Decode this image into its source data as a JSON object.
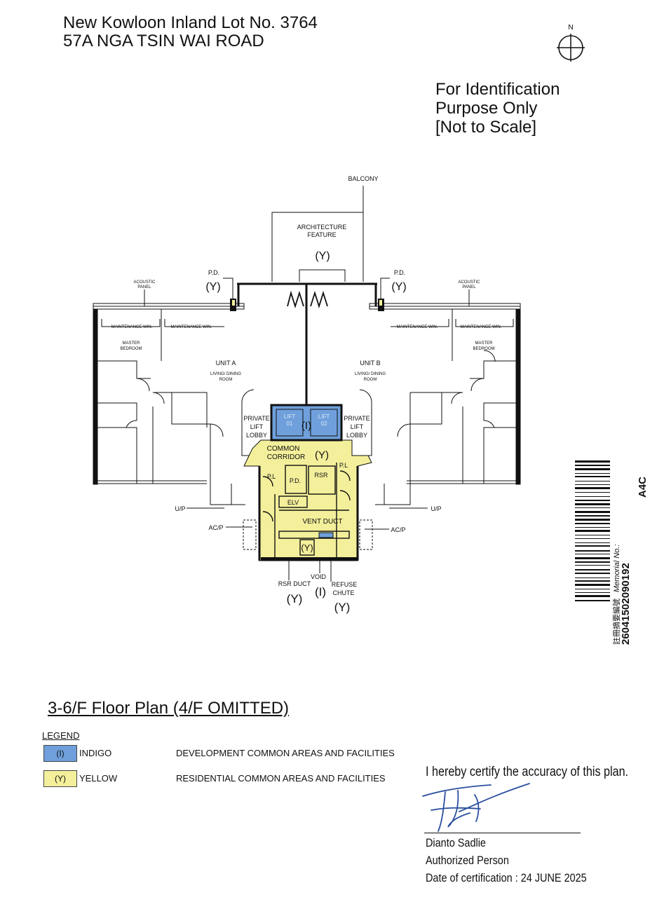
{
  "header": {
    "line1": "New Kowloon Inland Lot No. 3764",
    "line2": "57A NGA TSIN WAI ROAD"
  },
  "north_label": "N",
  "identification": {
    "line1": "For Identification",
    "line2": "Purpose Only",
    "line3": "[Not to Scale]"
  },
  "plan_labels": {
    "balcony": "BALCONY",
    "architecture_feature_1": "ARCHITECTURE",
    "architecture_feature_2": "FEATURE",
    "y": "(Y)",
    "i": "(I)",
    "pd": "P.D.",
    "acoustic_1": "ACOUSTIC",
    "acoustic_2": "PANEL",
    "maintenance_win": "MAINTENANCE WIN.",
    "master_1": "MASTER",
    "master_2": "BEDROOM",
    "unit_a": "UNIT A",
    "unit_b": "UNIT B",
    "living_1": "LIVING/ DINING",
    "living_2": "ROOM",
    "private_1": "PRIVATE",
    "private_2": "LIFT",
    "private_3": "LOBBY",
    "lift_01_1": "LIFT",
    "lift_01_2": "01",
    "lift_02_1": "LIFT",
    "lift_02_2": "02",
    "common_1": "COMMON",
    "common_2": "CORRIDOR",
    "pl": "P.L",
    "rsr": "RSR",
    "elv": "ELV",
    "vent_duct": "VENT DUCT",
    "up": "U/P",
    "acp": "AC/P",
    "void": "VOID",
    "rsr_duct": "RSR DUCT",
    "refuse_1": "REFUSE",
    "refuse_2": "CHUTE"
  },
  "barcode": {
    "code": "A4C",
    "memorial_label": "Memorial No.:",
    "chinese_label": "註冊摘要編號",
    "number": "26041502090192"
  },
  "plan_title": "3-6/F Floor Plan (4/F OMITTED)",
  "legend": {
    "heading": "LEGEND",
    "items": [
      {
        "symbol": "(I)",
        "color_name": "INDIGO",
        "description": "DEVELOPMENT COMMON AREAS AND FACILITIES",
        "color": "#6fa0dc"
      },
      {
        "symbol": "(Y)",
        "color_name": "YELLOW",
        "description": "RESIDENTIAL COMMON AREAS AND FACILITIES",
        "color": "#f3ef9b"
      }
    ]
  },
  "certification": {
    "statement": "I hereby certify the accuracy of this plan.",
    "name": "Dianto Sadlie",
    "role": "Authorized Person",
    "date": "Date of certification : 24 JUNE 2025"
  },
  "colors": {
    "indigo": "#6fa0dc",
    "yellow": "#f3ef9b",
    "ink": "#111111",
    "signature": "#2a4fa0"
  }
}
